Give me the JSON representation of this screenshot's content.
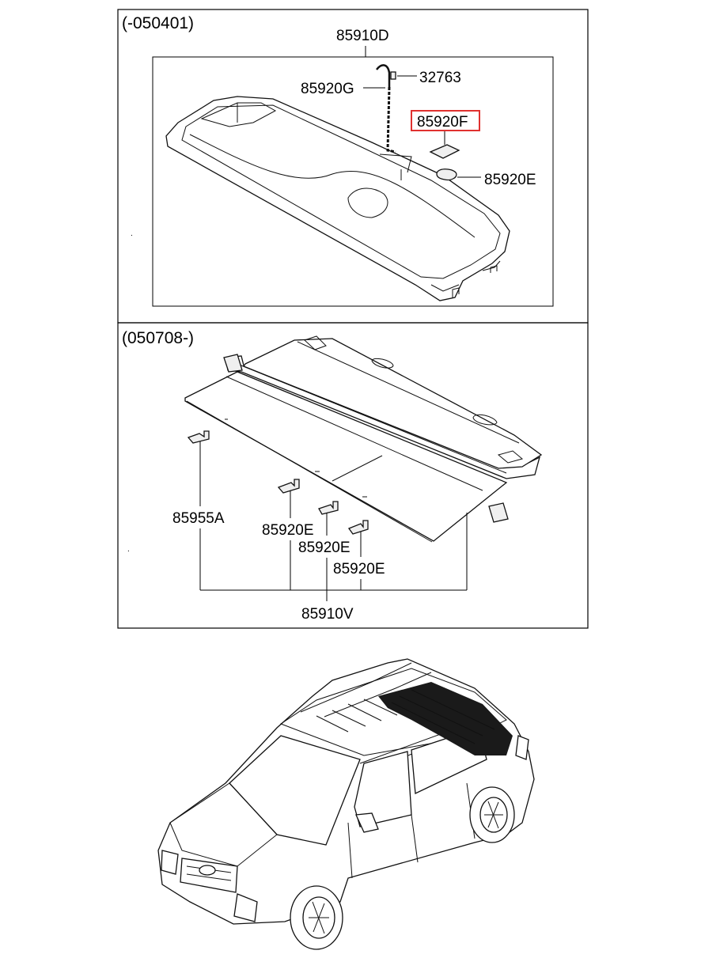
{
  "sections": {
    "top": {
      "range": "(-050401)"
    },
    "bottom": {
      "range": "(050708-)"
    }
  },
  "labels": {
    "p85910D": "85910D",
    "p85920G": "85920G",
    "p32763": "32763",
    "p85920F": "85920F",
    "p85920E_top": "85920E",
    "p85955A": "85955A",
    "p85920E_b1": "85920E",
    "p85920E_b2": "85920E",
    "p85920E_b3": "85920E",
    "p85910V": "85910V"
  },
  "colors": {
    "highlight": "#e0312f",
    "line": "#000000",
    "shade": "#1a1a1a"
  }
}
